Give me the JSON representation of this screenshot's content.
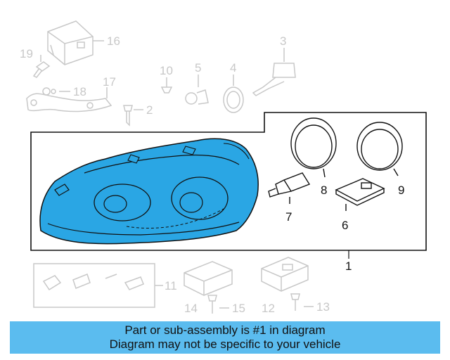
{
  "diagram": {
    "highlight_color": "#2aa6e4",
    "banner_color": "#5bbcef",
    "callouts_gray": [
      "19",
      "16",
      "3",
      "10",
      "5",
      "4",
      "18",
      "17",
      "2",
      "11",
      "14",
      "15",
      "12",
      "13"
    ],
    "callouts_dark": [
      "1",
      "6",
      "7",
      "8",
      "9"
    ]
  },
  "banner": {
    "line1": "Part or sub-assembly is #1 in diagram",
    "line2": "Diagram may not be specific to your vehicle"
  }
}
